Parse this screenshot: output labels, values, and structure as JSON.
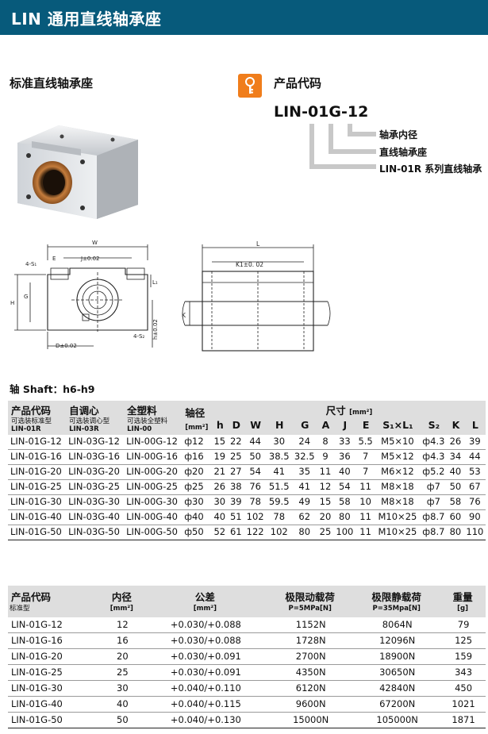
{
  "header": {
    "title": "LIN 通用直线轴承座"
  },
  "left_title": "标准直线轴承座",
  "right_title": "产品代码",
  "product_code": "LIN-01G-12",
  "code_parts": [
    "轴承内径",
    "直线轴承座",
    "LIN-01R 系列直线轴承"
  ],
  "shaft_note": "轴 Shaft：h6-h9",
  "drawing_labels": {
    "W": "W",
    "J": "J±0.02",
    "E": "E",
    "S1": "4-S₁",
    "H": "H",
    "G": "G",
    "L1": "L₁",
    "D": "D±0.02",
    "S2": "4-S₂",
    "h": "h±0.02",
    "L": "L",
    "K1": "K1±0. 02",
    "Ktick": "K"
  },
  "table1": {
    "col_headers": [
      "产品代码",
      "自调心",
      "全塑料",
      "轴径"
    ],
    "sub_headers": [
      "可选装标准型",
      "可选装调心型",
      "可选装全塑料",
      "[mm²]"
    ],
    "sub_models": [
      "LIN-01R",
      "LIN-03R",
      "LIN-00"
    ],
    "dim_title": "尺寸",
    "dim_unit": "[mm²]",
    "dim_cols": [
      "h",
      "D",
      "W",
      "H",
      "G",
      "A",
      "J",
      "E",
      "S₁×L₁",
      "S₂",
      "K",
      "L"
    ],
    "rows": [
      [
        "LIN-01G-12",
        "LIN-03G-12",
        "LIN-00G-12",
        "ф12",
        "15",
        "22",
        "44",
        "30",
        "24",
        "8",
        "33",
        "5.5",
        "M5×10",
        "ф4.3",
        "26",
        "39"
      ],
      [
        "LIN-01G-16",
        "LIN-03G-16",
        "LIN-00G-16",
        "ф16",
        "19",
        "25",
        "50",
        "38.5",
        "32.5",
        "9",
        "36",
        "7",
        "M5×12",
        "ф4.3",
        "34",
        "44"
      ],
      [
        "LIN-01G-20",
        "LIN-03G-20",
        "LIN-00G-20",
        "ф20",
        "21",
        "27",
        "54",
        "41",
        "35",
        "11",
        "40",
        "7",
        "M6×12",
        "ф5.2",
        "40",
        "53"
      ],
      [
        "LIN-01G-25",
        "LIN-03G-25",
        "LIN-00G-25",
        "ф25",
        "26",
        "38",
        "76",
        "51.5",
        "41",
        "12",
        "54",
        "11",
        "M8×18",
        "ф7",
        "50",
        "67"
      ],
      [
        "LIN-01G-30",
        "LIN-03G-30",
        "LIN-00G-30",
        "ф30",
        "30",
        "39",
        "78",
        "59.5",
        "49",
        "15",
        "58",
        "10",
        "M8×18",
        "ф7",
        "58",
        "76"
      ],
      [
        "LIN-01G-40",
        "LIN-03G-40",
        "LIN-00G-40",
        "ф40",
        "40",
        "51",
        "102",
        "78",
        "62",
        "20",
        "80",
        "11",
        "M10×25",
        "ф8.7",
        "60",
        "90"
      ],
      [
        "LIN-01G-50",
        "LIN-03G-50",
        "LIN-00G-50",
        "ф50",
        "52",
        "61",
        "122",
        "102",
        "80",
        "25",
        "100",
        "11",
        "M10×25",
        "ф8.7",
        "80",
        "110"
      ]
    ]
  },
  "table2": {
    "headers": [
      "产品代码",
      "内径",
      "公差",
      "极限动载荷",
      "极限静载荷",
      "重量"
    ],
    "sub_headers": [
      "标准型",
      "[mm²]",
      "[mm²]",
      "P=5MPa[N]",
      "P=35Mpa[N]",
      "[g]"
    ],
    "rows": [
      [
        "LIN-01G-12",
        "12",
        "+0.030/+0.088",
        "1152N",
        "8064N",
        "79"
      ],
      [
        "LIN-01G-16",
        "16",
        "+0.030/+0.088",
        "1728N",
        "12096N",
        "125"
      ],
      [
        "LIN-01G-20",
        "20",
        "+0.030/+0.091",
        "2700N",
        "18900N",
        "159"
      ],
      [
        "LIN-01G-25",
        "25",
        "+0.030/+0.091",
        "4350N",
        "30650N",
        "343"
      ],
      [
        "LIN-01G-30",
        "30",
        "+0.040/+0.110",
        "6120N",
        "42840N",
        "450"
      ],
      [
        "LIN-01G-40",
        "40",
        "+0.040/+0.115",
        "9600N",
        "67200N",
        "1021"
      ],
      [
        "LIN-01G-50",
        "50",
        "+0.040/+0.130",
        "15000N",
        "105000N",
        "1871"
      ]
    ]
  }
}
